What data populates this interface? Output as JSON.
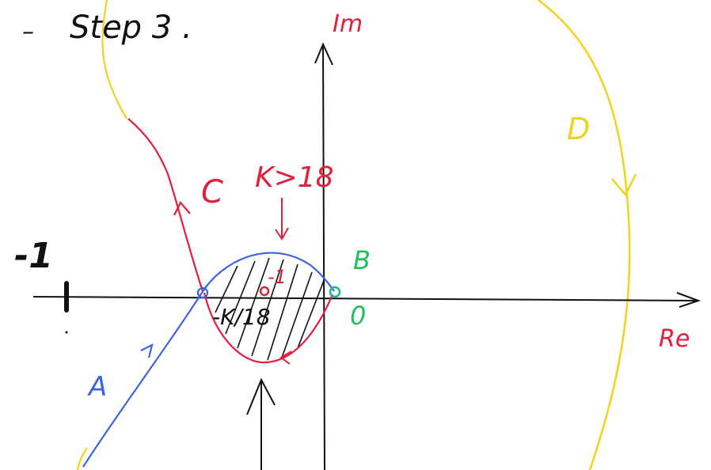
{
  "title": "Step 3 .",
  "title_dash": "–",
  "axes": {
    "imag_label": "Im",
    "real_label": "Re",
    "minus_one_label": "-1"
  },
  "labels": {
    "A": "A",
    "B": "B",
    "C": "C",
    "D": "D",
    "origin": "0",
    "k_condition": "K>18",
    "inner_point": "-1",
    "inner_point_k": "-K/18"
  },
  "colors": {
    "ink": "#111111",
    "blue": "#3a64e0",
    "red": "#e0203c",
    "green": "#1fc25a",
    "yellow": "#f2d21a",
    "teal": "#18b58e"
  }
}
